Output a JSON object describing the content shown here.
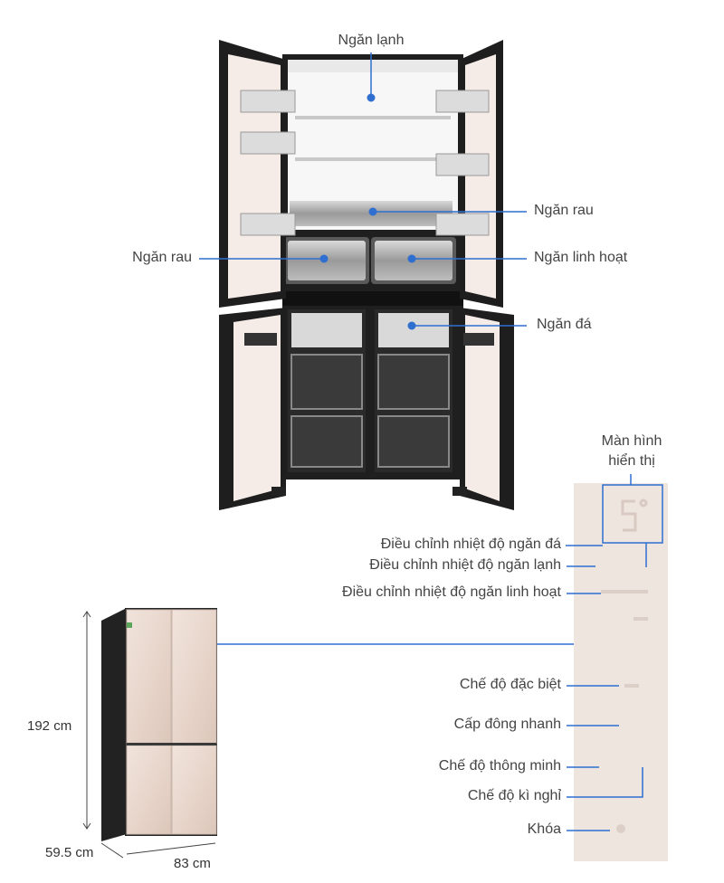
{
  "interior_labels": {
    "fridge": "Ngăn lạnh",
    "veg_right": "Ngăn rau",
    "veg_left": "Ngăn rau",
    "flex": "Ngăn linh hoạt",
    "ice": "Ngăn đá"
  },
  "panel": {
    "title_line1": "Màn hình",
    "title_line2": "hiển thị",
    "display_value": "5°",
    "controls": [
      "Điều chỉnh nhiệt độ ngăn đá",
      "Điều chỉnh nhiệt độ ngăn lạnh",
      "Điều chỉnh nhiệt độ ngăn linh hoạt",
      "Chế độ đặc biệt",
      "Cấp đông nhanh",
      "Chế độ thông minh",
      "Chế độ kì nghỉ",
      "Khóa"
    ]
  },
  "dimensions": {
    "height": "192 cm",
    "depth": "59.5 cm",
    "width": "83 cm"
  },
  "colors": {
    "leader_blue": "#2f6fd0",
    "panel_bg": "#efe5df",
    "fridge_frame": "#1e1e1e",
    "door_glass": "#e9d9d0"
  }
}
